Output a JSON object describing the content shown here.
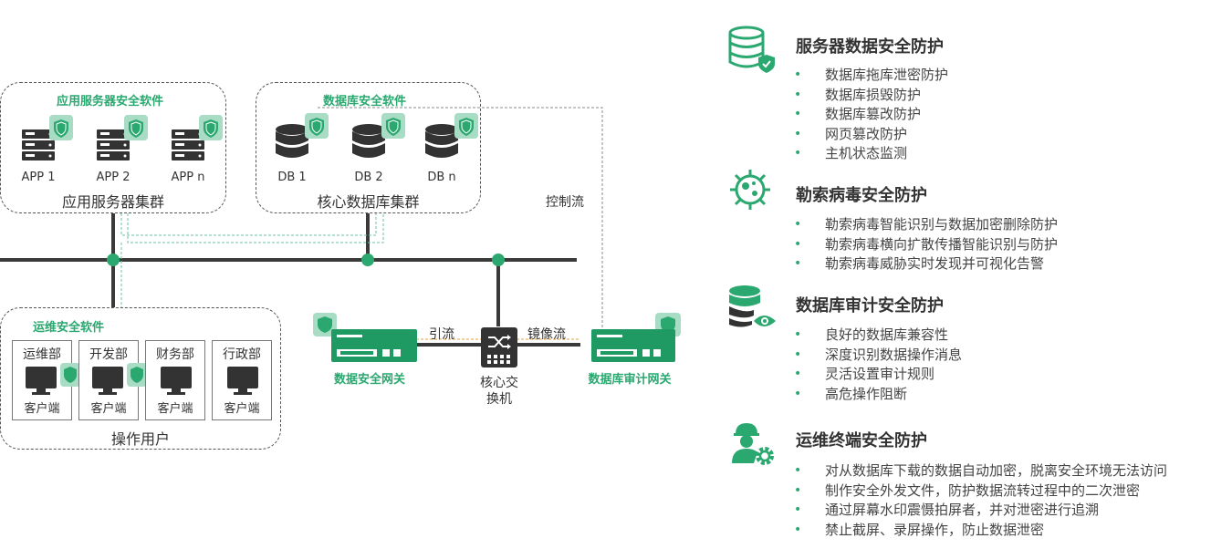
{
  "diagram": {
    "app_group": {
      "software_label": "应用服务器安全软件",
      "name": "应用服务器集群",
      "servers": [
        "APP 1",
        "APP 2",
        "APP n"
      ]
    },
    "db_group": {
      "software_label": "数据库安全软件",
      "name": "核心数据库集群",
      "databases": [
        "DB 1",
        "DB 2",
        "DB  n"
      ]
    },
    "control_flow_label": "控制流",
    "ops_group": {
      "software_label": "运维安全软件",
      "name": "操作用户",
      "departments": [
        {
          "name": "运维部",
          "client": "客户端"
        },
        {
          "name": "开发部",
          "client": "客户端"
        },
        {
          "name": "财务部",
          "client": "客户端"
        },
        {
          "name": "行政部",
          "client": "客户端"
        }
      ]
    },
    "data_gateway_label": "数据安全网关",
    "audit_gateway_label": "数据库审计网关",
    "switch_label_line1": "核心交",
    "switch_label_line2": "换机",
    "redirect_label": "引流",
    "mirror_label": "镜像流"
  },
  "sections": [
    {
      "icon": "database-shield-icon",
      "title": "服务器数据安全防护",
      "items": [
        "数据库拖库泄密防护",
        "数据库损毁防护",
        "数据库篡改防护",
        "网页篡改防护",
        "主机状态监测"
      ]
    },
    {
      "icon": "virus-icon",
      "title": "勒索病毒安全防护",
      "items": [
        "勒索病毒智能识别与数据加密删除防护",
        "勒索病毒横向扩散传播智能识别与防护",
        "勒索病毒威胁实时发现并可视化告警"
      ]
    },
    {
      "icon": "database-eye-icon",
      "title": "数据库审计安全防护",
      "items": [
        "良好的数据库兼容性",
        "深度识别数据操作消息",
        "灵活设置审计规则",
        "高危操作阻断"
      ]
    },
    {
      "icon": "engineer-gear-icon",
      "title": "运维终端安全防护",
      "items": [
        "对从数据库下载的数据自动加密，脱离安全环境无法访问",
        "制作安全外发文件，防护数据流转过程中的二次泄密",
        "通过屏幕水印震慑拍屏者，并对泄密进行追溯",
        "禁止截屏、录屏操作，防止数据泄密"
      ]
    }
  ],
  "colors": {
    "accent": "#2aa870",
    "shield_bg": "#a8dcc4",
    "dark": "#333333"
  }
}
